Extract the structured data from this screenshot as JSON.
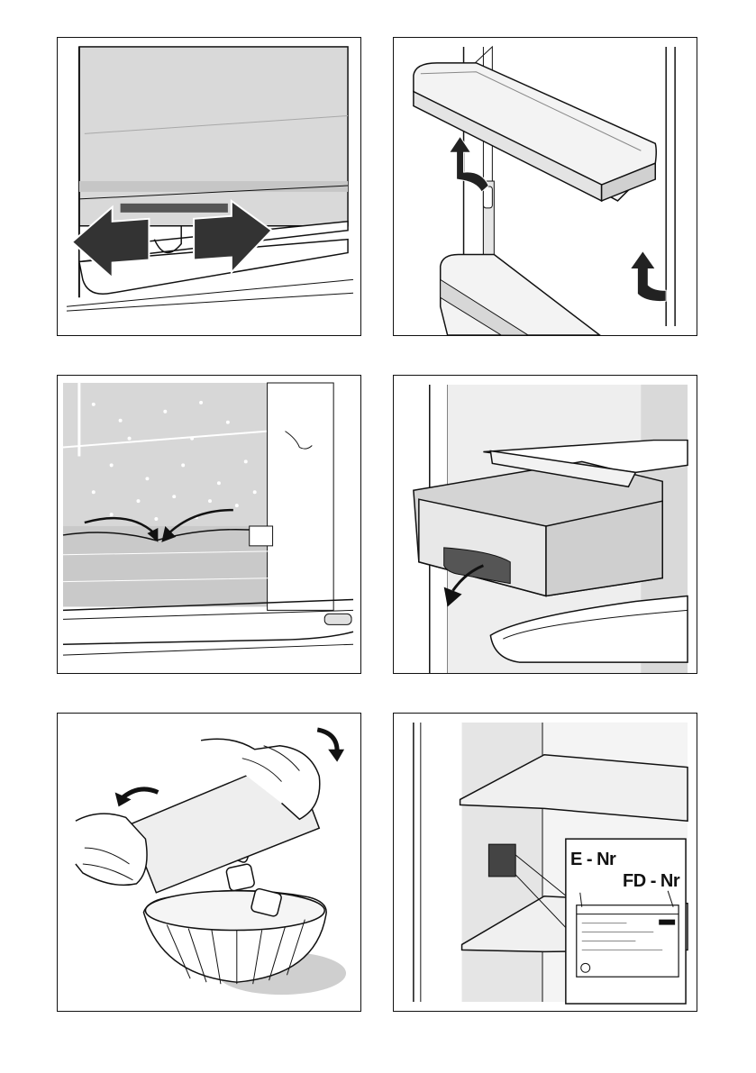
{
  "page": {
    "background": "#ffffff"
  },
  "colors": {
    "outline": "#111111",
    "panel_fill": "#d9d9d9",
    "light_fill": "#ececec",
    "mid_fill": "#bdbdbd",
    "dark_fill": "#333333"
  },
  "panels": [
    {
      "id": "shelf-slide",
      "icons": [
        "double-arrow-icon"
      ]
    },
    {
      "id": "door-rack-lift",
      "icons": [
        "curved-arrow-icon"
      ]
    },
    {
      "id": "defrost-drain",
      "icons": [
        "curved-arrow-icon"
      ]
    },
    {
      "id": "drawer-pull",
      "icons": [
        "curved-arrow-icon"
      ]
    },
    {
      "id": "ice-cube-tray",
      "icons": [
        "curved-arrow-icon"
      ]
    },
    {
      "id": "rating-plate",
      "icons": []
    }
  ],
  "rating_plate": {
    "e_nr_label": "E - Nr",
    "fd_nr_label": "FD - Nr"
  }
}
